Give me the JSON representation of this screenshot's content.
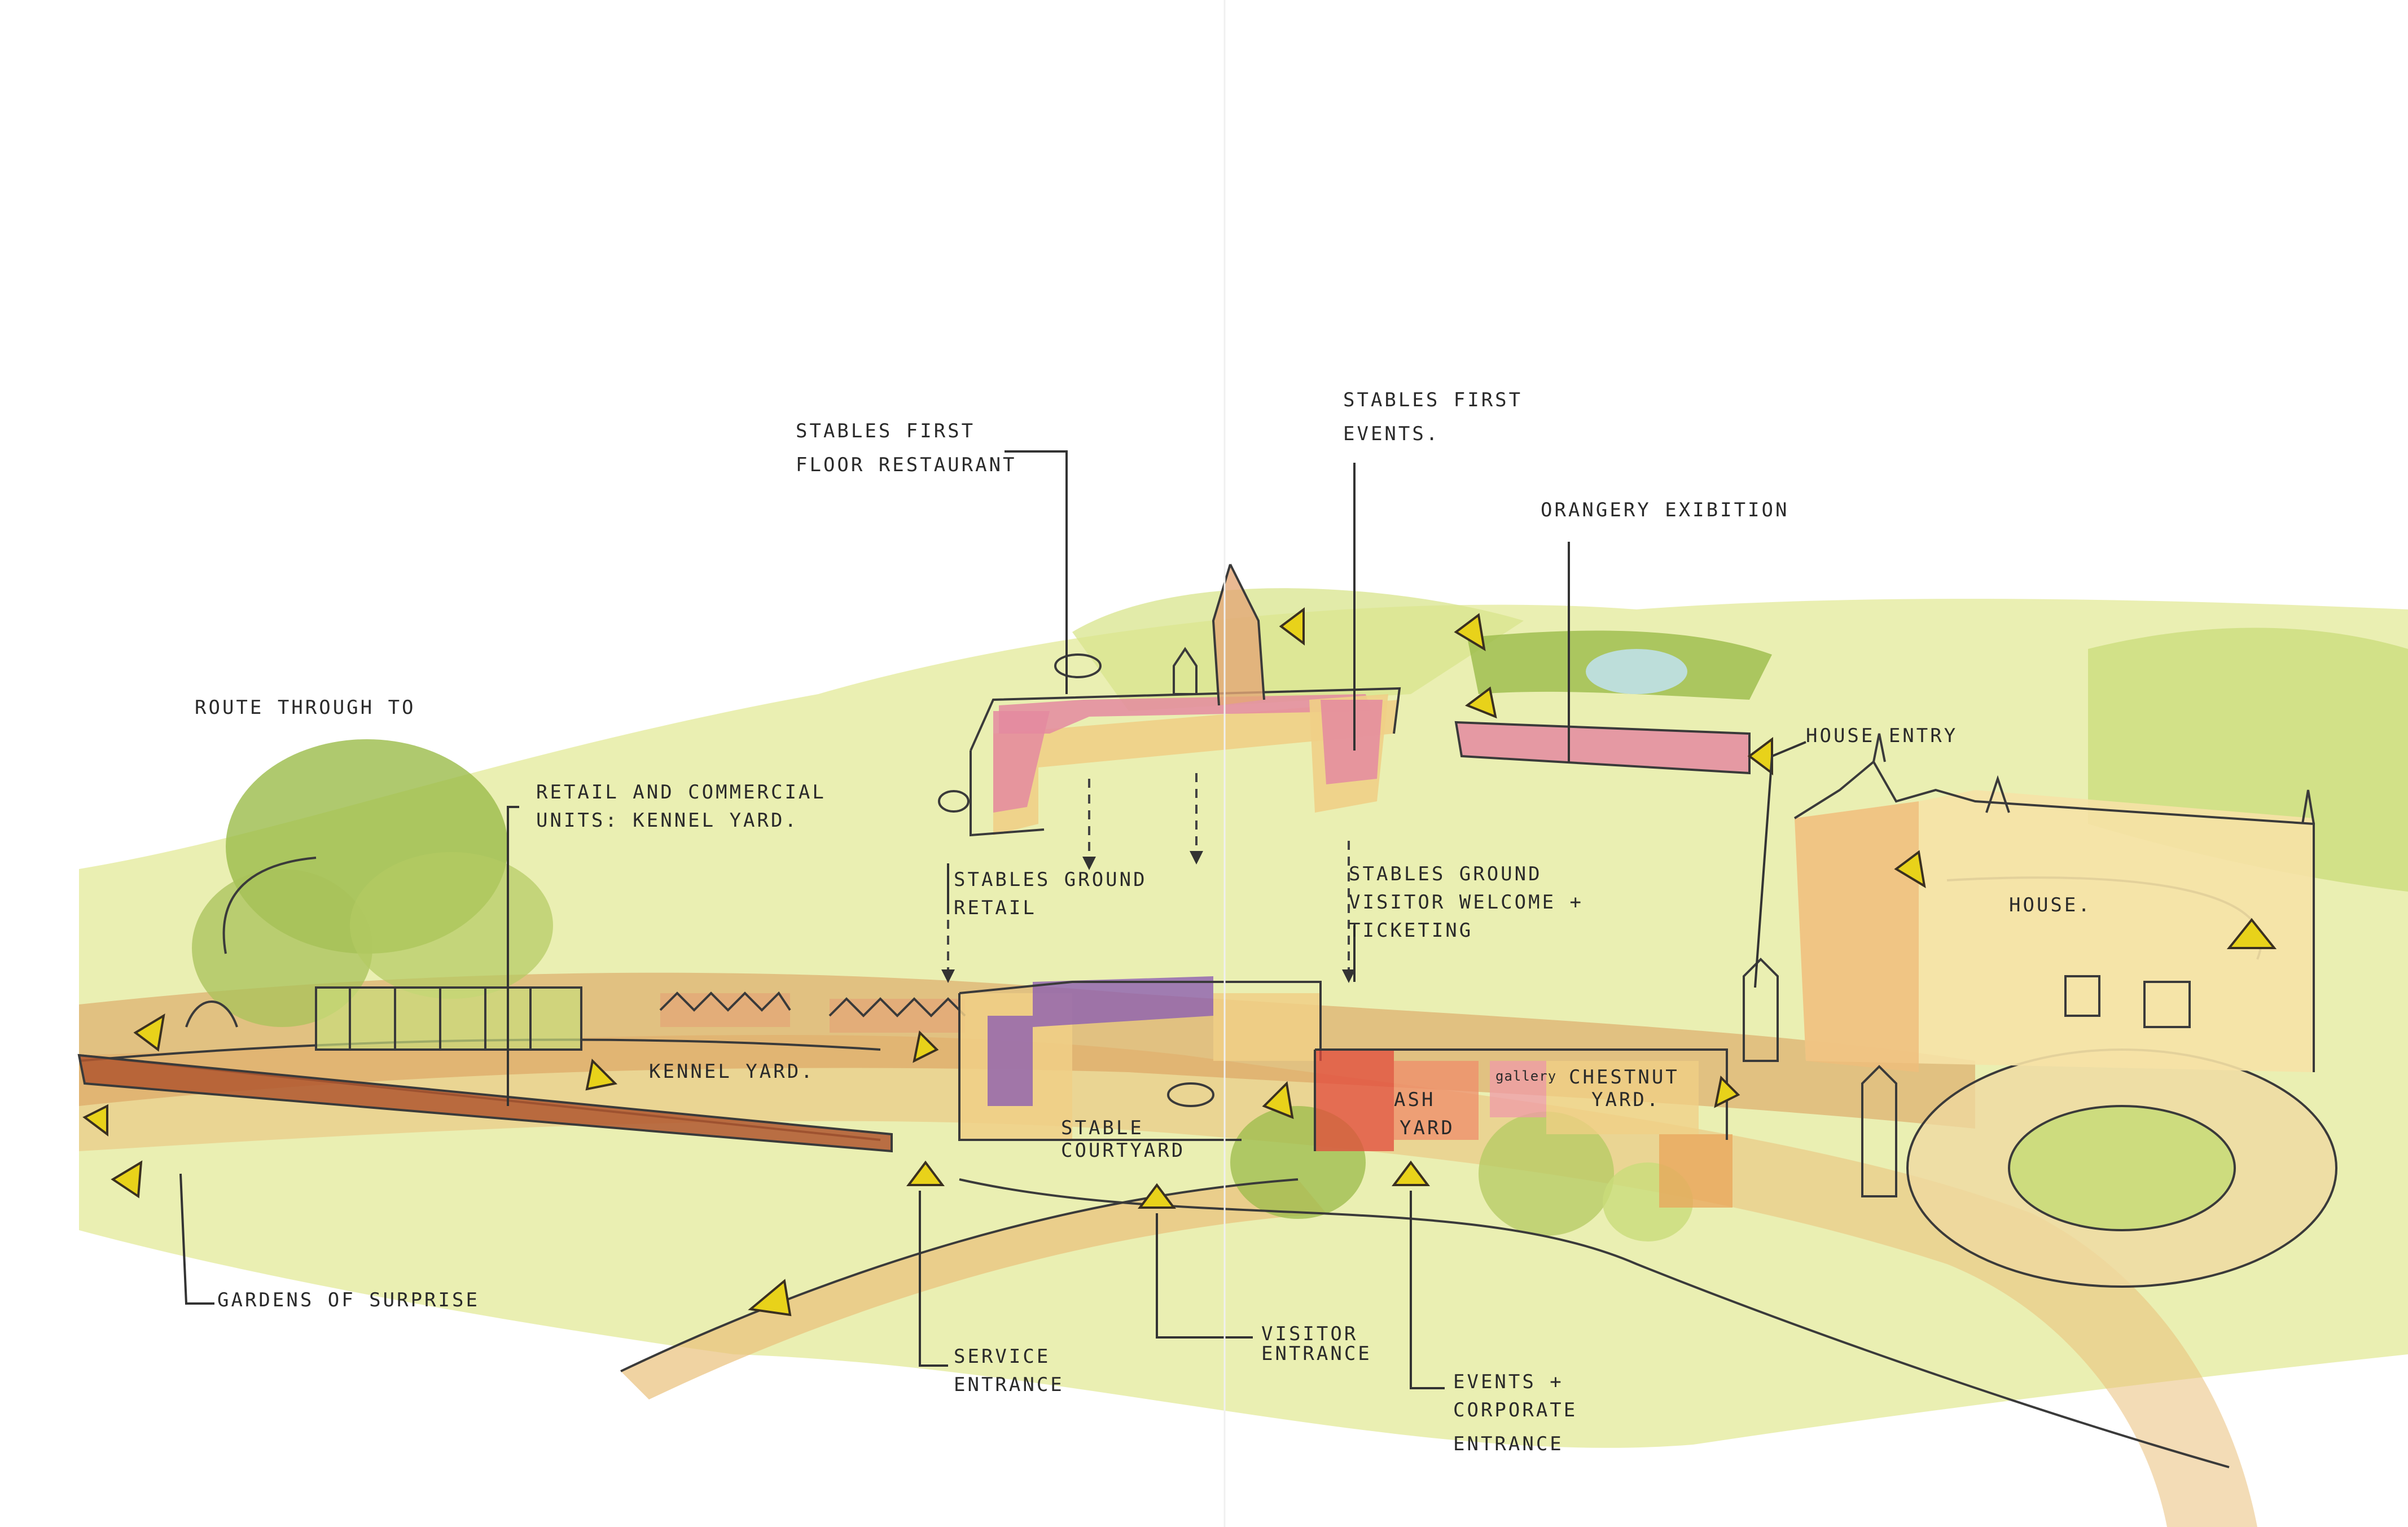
{
  "labels": {
    "stables_first_floor_restaurant": [
      "STABLES FIRST",
      "FLOOR RESTAURANT"
    ],
    "stables_first_events": [
      "STABLES FIRST",
      "EVENTS."
    ],
    "orangery_exhibition": "ORANGERY EXIBITION",
    "house_entry": "HOUSE ENTRY",
    "house": "HOUSE.",
    "route_through_to": "ROUTE THROUGH TO",
    "retail_commercial": [
      "RETAIL AND COMMERCIAL",
      "UNITS: KENNEL YARD."
    ],
    "stables_ground_retail": [
      "STABLES GROUND",
      "RETAIL"
    ],
    "stables_ground_visitor": [
      "STABLES GROUND",
      "VISITOR WELCOME +",
      "TICKETING"
    ],
    "kennel_yard": "KENNEL YARD.",
    "stable_courtyard": [
      "STABLE",
      "COURTYARD"
    ],
    "ash_yard": [
      "ASH",
      "YARD"
    ],
    "gallery": "gallery",
    "chestnut_yard": [
      "CHESTNUT",
      "YARD."
    ],
    "gardens_of_surprise": "GARDENS OF SURPRISE",
    "service_entrance": [
      "SERVICE",
      "ENTRANCE"
    ],
    "visitor_entrance": [
      "VISITOR",
      "ENTRANCE"
    ],
    "events_corporate_entrance": [
      "EVENTS +",
      "CORPORATE",
      "ENTRANCE"
    ]
  },
  "colors": {
    "paper": "#ffffff",
    "grass": "#c9dc7a",
    "grass_light": "#e6eca4",
    "tree": "#9bbb4a",
    "path": "#e9c07a",
    "path_dark": "#d99a5a",
    "building": "#f0cf86",
    "pink": "#e48aa0",
    "purple": "#8d5fb0",
    "red": "#e24a3c",
    "arrow": "#e8d21a",
    "ink": "#333333"
  }
}
